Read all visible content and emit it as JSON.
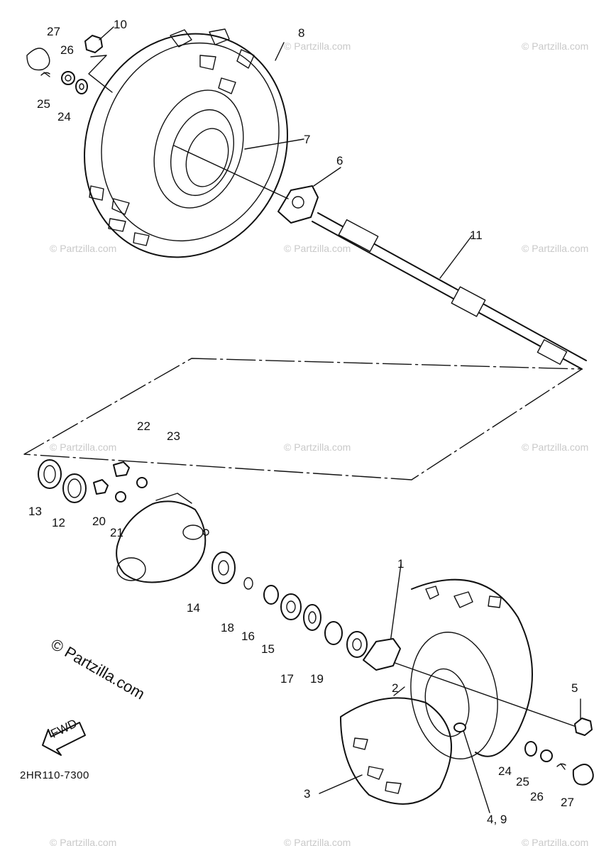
{
  "diagram": {
    "code": "2HR110-7300",
    "fwd_label": "FWD",
    "watermark_main": "© Partzilla.com",
    "watermark_small": "© Partzilla.com",
    "callouts": {
      "c1": "1",
      "c2": "2",
      "c3": "3",
      "c4_9": "4, 9",
      "c5": "5",
      "c6": "6",
      "c7": "7",
      "c8": "8",
      "c10": "10",
      "c11": "11",
      "c12": "12",
      "c13": "13",
      "c14": "14",
      "c15": "15",
      "c16": "16",
      "c17": "17",
      "c18": "18",
      "c19": "19",
      "c20": "20",
      "c21": "21",
      "c22": "22",
      "c23": "23",
      "c24_top": "24",
      "c25_top": "25",
      "c26_top": "26",
      "c27_top": "27",
      "c24_bot": "24",
      "c25_bot": "25",
      "c26_bot": "26",
      "c27_bot": "27"
    }
  }
}
